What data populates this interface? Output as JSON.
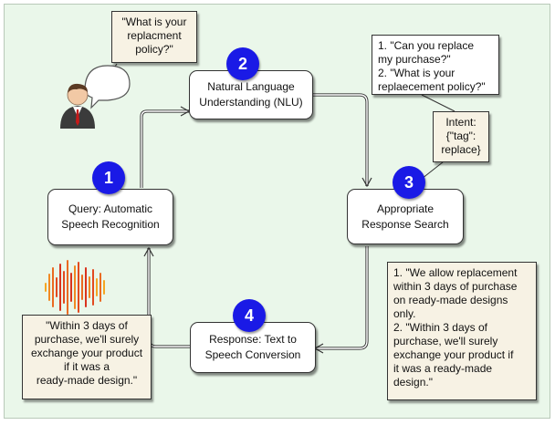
{
  "stages": [
    {
      "number": "1",
      "label": "Query: Automatic\nSpeech Recognition"
    },
    {
      "number": "2",
      "label": "Natural Language\nUnderstanding (NLU)"
    },
    {
      "number": "3",
      "label": "Appropriate\nResponse Search"
    },
    {
      "number": "4",
      "label": "Response: Text to\nSpeech Conversion"
    }
  ],
  "notes": {
    "user_question": "\"What is your\nreplacment\npolicy?\"",
    "nlu_examples": "1. \"Can you replace\nmy purchase?\"\n2. \"What is your\nreplaecement policy?\"",
    "intent": "Intent:\n{\"tag\":\nreplace}",
    "responses": "1. \"We allow replacement\nwithin 3 days of purchase\non ready-made designs\nonly.\n2. \"Within 3 days of\npurchase, we'll surely\nexchange your product if\nit was a ready-made\ndesign.\"",
    "spoken_response": "\"Within 3 days of\npurchase, we'll surely\nexchange your product\nif it was a\nready-made design.\""
  },
  "colors": {
    "background": "#eaf7ea",
    "badge": "#1a1ae6",
    "note_fill": "#f7f2e4"
  },
  "icons": {
    "user": "user-speaking-icon",
    "audio": "audio-waveform-icon"
  }
}
